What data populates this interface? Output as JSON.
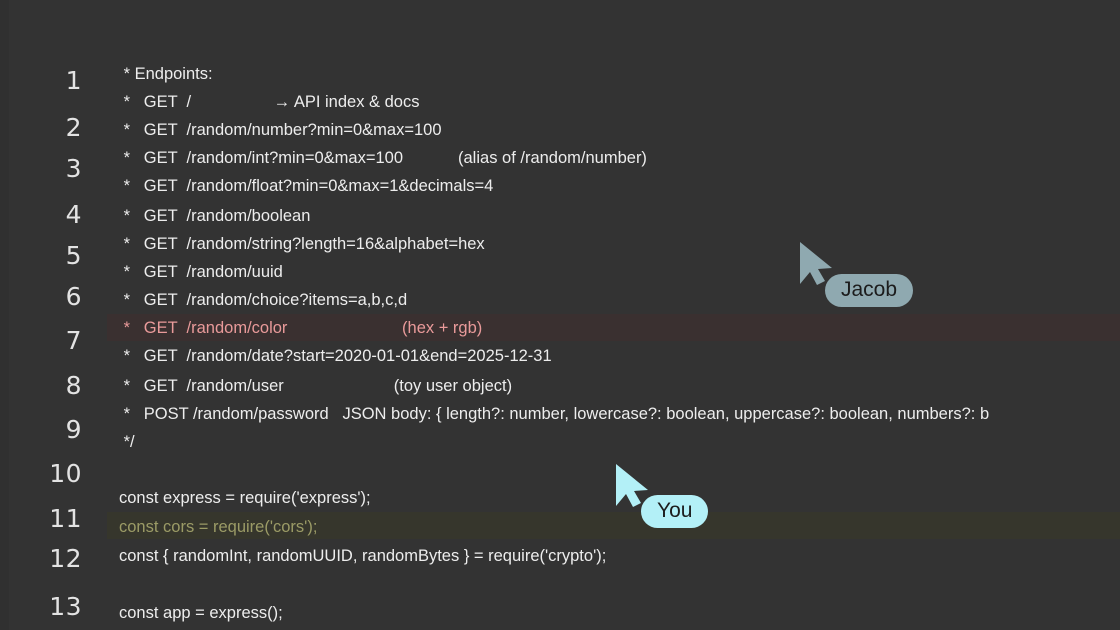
{
  "editor": {
    "background_color": "#333333",
    "text_color": "#ededed",
    "highlight_red_text": "#e99a9a",
    "highlight_red_bg": "#3a3030",
    "highlight_olive_text": "#9b9b66",
    "highlight_olive_bg": "#36362c"
  },
  "gutter": {
    "numbers": [
      "1",
      "2",
      "3",
      "4",
      "5",
      "6",
      "7",
      "8",
      "9",
      "10",
      "11",
      "12",
      "13"
    ]
  },
  "code": {
    "lines": [
      {
        "text": " * Endpoints:",
        "style": "normal"
      },
      {
        "text": " *   GET  /                  → API index & docs",
        "style": "normal"
      },
      {
        "text": " *   GET  /random/number?min=0&max=100",
        "style": "normal"
      },
      {
        "text": " *   GET  /random/int?min=0&max=100            (alias of /random/number)",
        "style": "normal"
      },
      {
        "text": " *   GET  /random/float?min=0&max=1&decimals=4",
        "style": "normal"
      },
      {
        "text": " *   GET  /random/boolean",
        "style": "normal"
      },
      {
        "text": " *   GET  /random/string?length=16&alphabet=hex",
        "style": "normal"
      },
      {
        "text": " *   GET  /random/uuid",
        "style": "normal"
      },
      {
        "text": " *   GET  /random/choice?items=a,b,c,d",
        "style": "normal"
      },
      {
        "text": " *   GET  /random/color                         (hex + rgb)",
        "style": "red"
      },
      {
        "text": " *   GET  /random/date?start=2020-01-01&end=2025-12-31",
        "style": "normal"
      },
      {
        "text": " *   GET  /random/user                        (toy user object)",
        "style": "normal"
      },
      {
        "text": " *   POST /random/password   JSON body: { length?: number, lowercase?: boolean, uppercase?: boolean, numbers?: b",
        "style": "normal"
      },
      {
        "text": " */",
        "style": "normal"
      },
      {
        "text": "",
        "style": "normal"
      },
      {
        "text": "const express = require('express');",
        "style": "normal"
      },
      {
        "text": "const cors = require('cors');",
        "style": "olive"
      },
      {
        "text": "const { randomInt, randomUUID, randomBytes } = require('crypto');",
        "style": "normal"
      },
      {
        "text": "",
        "style": "normal"
      },
      {
        "text": "const app = express();",
        "style": "normal"
      }
    ]
  },
  "cursors": [
    {
      "name": "Jacob",
      "label": "Jacob",
      "color": "#8fa9b0",
      "label_bg": "#8fa9b0"
    },
    {
      "name": "You",
      "label": "You",
      "color": "#b3f0f7",
      "label_bg": "#b3f0f7"
    }
  ]
}
